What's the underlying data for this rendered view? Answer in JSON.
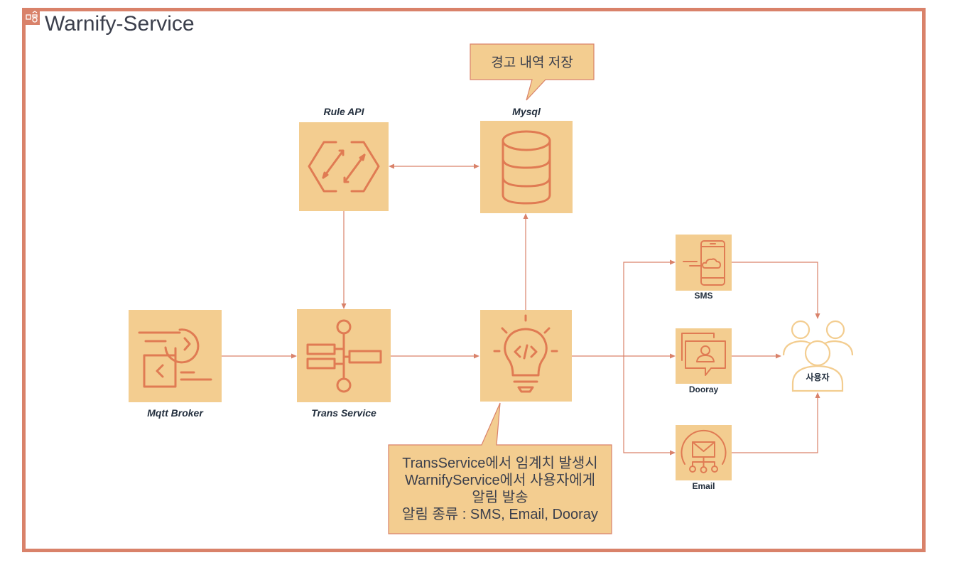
{
  "title": "Warnify-Service",
  "nodes": {
    "rule_api": "Rule API",
    "mysql": "Mysql",
    "mqtt_broker": "Mqtt Broker",
    "trans_service": "Trans Service",
    "sms": "SMS",
    "dooray": "Dooray",
    "email": "Email",
    "user": "사용자"
  },
  "callouts": {
    "mysql_note": "경고 내역 저장",
    "processor_note": [
      "TransService에서 임계치 발생시",
      "WarnifyService에서 사용자에게",
      "알림 발송",
      "알림 종류 : SMS, Email, Dooray"
    ]
  },
  "colors": {
    "frame": "#d9826a",
    "tile": "#f3cd90",
    "icon": "#e07b53",
    "note_fill": "#f3cd90",
    "user_icon": "#f3cd90"
  },
  "icons": {
    "frame_corner": "diagram-group-icon",
    "rule_api": "api-gateway-icon",
    "mysql": "database-icon",
    "mqtt_broker": "message-broker-icon",
    "trans_service": "workflow-icon",
    "processor": "lightbulb-code-icon",
    "sms": "mobile-cloud-icon",
    "dooray": "chat-profile-icon",
    "email": "email-notification-icon",
    "user": "users-group-icon"
  }
}
